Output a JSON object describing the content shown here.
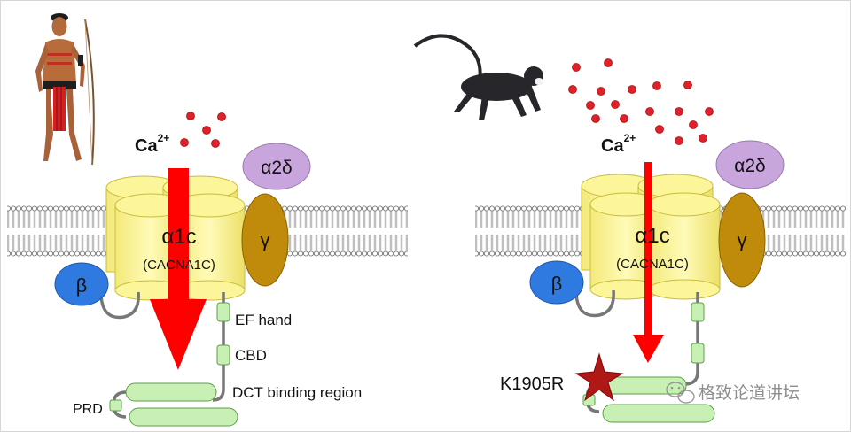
{
  "left_panel": {
    "ion_label": "Ca",
    "ion_charge": "2+",
    "alpha1c_label": "α1c",
    "alpha1c_gene": "(CACNA1C)",
    "alpha2delta_label": "α2δ",
    "gamma_label": "γ",
    "beta_label": "β",
    "ef_hand_label": "EF hand",
    "cbd_label": "CBD",
    "dct_label": "DCT binding region",
    "prd_label": "PRD"
  },
  "right_panel": {
    "ion_label": "Ca",
    "ion_charge": "2+",
    "alpha1c_label": "α1c",
    "alpha1c_gene": "(CACNA1C)",
    "alpha2delta_label": "α2δ",
    "gamma_label": "γ",
    "beta_label": "β",
    "mutation_label": "K1905R"
  },
  "watermark": {
    "text": "格致论道讲坛"
  },
  "colors": {
    "channel_fill": "#fdf59a",
    "channel_stroke": "#c9bd3a",
    "alpha2delta": "#c9a5dd",
    "gamma": "#c08a0a",
    "beta": "#2f7ae0",
    "arrow": "#ff0000",
    "ion": "#e0202a",
    "domain_fill": "#c8f0b4",
    "membrane": "#7a7a7a",
    "mutation_star": "#b01818"
  }
}
